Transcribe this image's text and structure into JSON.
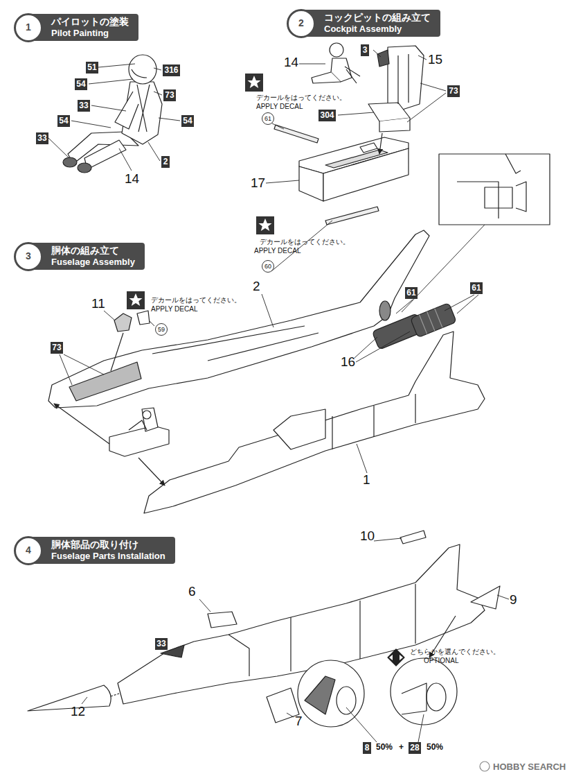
{
  "diagram": {
    "nodes": [
      {
        "text": [
          "パイロットの塗装",
          "Pilot Painting"
        ]
      },
      {
        "text": [
          "1"
        ],
        "in": 0
      },
      {
        "text": [
          "コックピットの組み立て",
          "Cockpit Assembly"
        ]
      },
      {
        "text": [
          "2"
        ],
        "in": 2
      },
      {
        "text": [
          "51"
        ]
      },
      {
        "text": [
          "316"
        ]
      },
      {
        "text": [
          "54"
        ]
      },
      {
        "text": [
          "73"
        ]
      },
      {
        "text": [
          "33"
        ]
      },
      {
        "text": [
          "54"
        ]
      },
      {
        "text": [
          "54"
        ]
      },
      {
        "text": [
          "33"
        ]
      },
      {
        "text": [
          "2"
        ]
      },
      {
        "text": [
          "3"
        ]
      },
      {
        "text": [
          "73"
        ]
      },
      {
        "text": [
          "304"
        ]
      },
      {
        "text": [
          "61"
        ]
      },
      {
        "text": [
          "60"
        ]
      },
      {
        "text": [
          "胴体の組み立て",
          "Fuselage Assembly"
        ]
      },
      {
        "text": [
          "3"
        ],
        "in": 18
      },
      {
        "text": [
          "59"
        ]
      },
      {
        "text": [
          "73"
        ]
      },
      {
        "text": [
          "61"
        ]
      },
      {
        "text": [
          "61"
        ]
      },
      {
        "text": [
          "胴体部品の取り付け",
          "Fuselage Parts Installation"
        ]
      },
      {
        "text": [
          "4"
        ],
        "in": 24
      },
      {
        "text": [
          "33"
        ]
      },
      {
        "text": [
          "8"
        ]
      },
      {
        "text": [
          "28"
        ]
      }
    ],
    "labels": [
      "14",
      "14",
      "15",
      "デカールをはってください。",
      "APPLY DECAL",
      "17",
      "デカールをはってください。",
      "APPLY DECAL",
      "11",
      "デカールをはってください。",
      "APPLY DECAL",
      "2",
      "16",
      "1",
      "10",
      "6",
      "9",
      "12",
      "7",
      "どちらかを選んでください。",
      "OPTIONAL",
      "50%",
      "+",
      "50%",
      "HOBBY SEARCH"
    ]
  }
}
